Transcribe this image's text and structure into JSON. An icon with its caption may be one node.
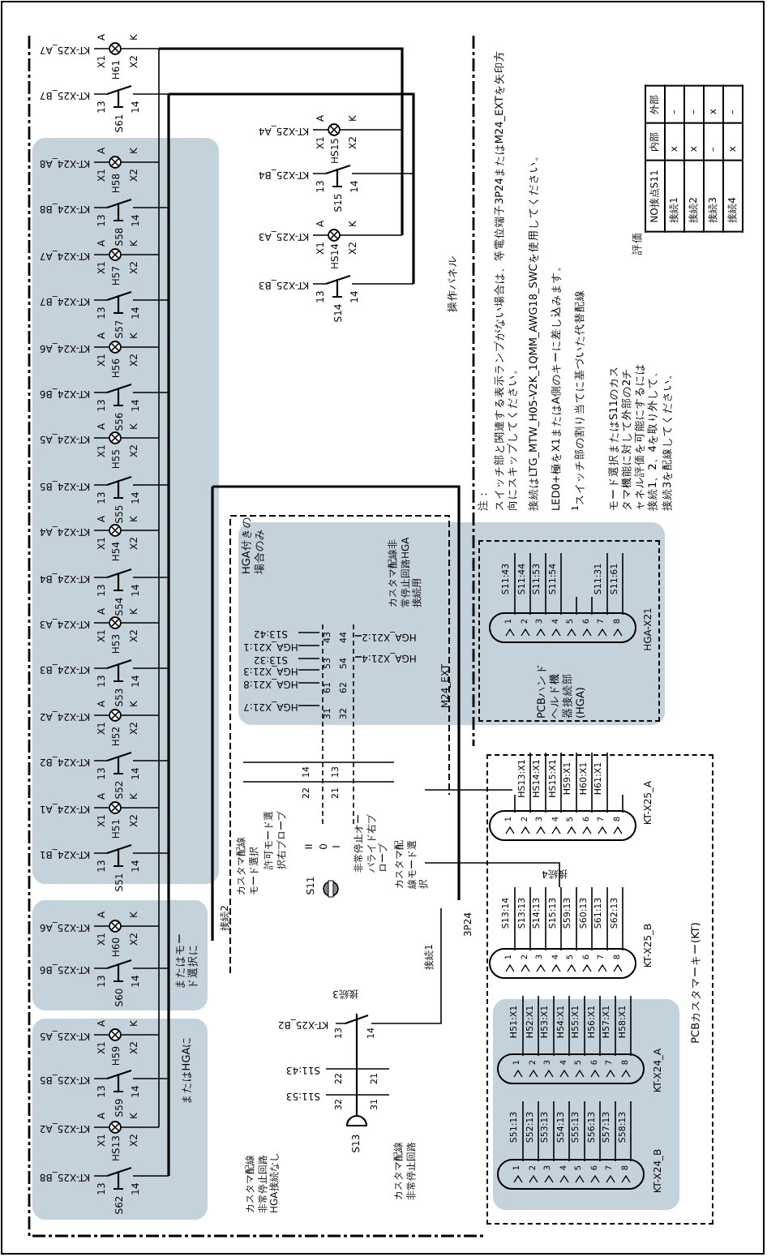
{
  "diagram": {
    "nodes": [
      {
        "text": [],
        "shape": "box"
      },
      {
        "text": [
          "またはモード選択に"
        ]
      },
      {
        "text": [
          "またはHGAに"
        ]
      },
      {
        "text": [
          "HGA付きの場合のみ"
        ]
      },
      {
        "text": [
          "PCBハンドヘルド機器接続部(HGA)"
        ],
        "in": 3
      },
      {
        "text": [
          "PCBカスタマーキー(KT)"
        ]
      },
      {
        "text": [],
        "shape": "box",
        "in": 5
      }
    ],
    "labels": [
      "KT-X25_A7",
      "X1",
      "A",
      "H61",
      "X2",
      "K",
      "KT-X25_B7",
      "13",
      "S61",
      "14",
      "KT-X24_A8",
      "X1",
      "A",
      "H58",
      "X2",
      "K",
      "KT-X24_B8",
      "13",
      "S58",
      "14",
      "KT-X24_A7",
      "X1",
      "A",
      "H57",
      "X2",
      "K",
      "KT-X24_B7",
      "13",
      "S57",
      "14",
      "KT-X24_A6",
      "X1",
      "A",
      "H56",
      "X2",
      "K",
      "KT-X24_B6",
      "13",
      "S56",
      "14",
      "KT-X24_A5",
      "X1",
      "A",
      "H55",
      "X2",
      "K",
      "KT-X24_B5",
      "13",
      "S55",
      "14",
      "KT-X24_A4",
      "X1",
      "A",
      "H54",
      "X2",
      "K",
      "KT-X24_B4",
      "13",
      "S54",
      "14",
      "KT-X24_A3",
      "X1",
      "A",
      "H53",
      "X2",
      "K",
      "KT-X24_B3",
      "13",
      "S53",
      "14",
      "KT-X24_A2",
      "X1",
      "A",
      "H52",
      "X2",
      "K",
      "KT-X24_B2",
      "13",
      "S52",
      "14",
      "KT-X24_A1",
      "X1",
      "A",
      "H51",
      "X2",
      "K",
      "KT-X24_B1",
      "13",
      "S51",
      "14",
      "KT-X25_A6",
      "X1",
      "A",
      "H60",
      "X2",
      "K",
      "KT-X25_B6",
      "13",
      "S60",
      "14",
      "KT-X25_A5",
      "X1",
      "A",
      "H59",
      "X2",
      "K",
      "KT-X25_B5",
      "13",
      "S59",
      "14",
      "KT-X25_A2",
      "X1",
      "A",
      "HS13",
      "X2",
      "K",
      "KT-X25_B8",
      "13",
      "S62",
      "14",
      "KT-X25_A4",
      "X1",
      "A",
      "HS15",
      "X2",
      "K",
      "KT-X25_B4",
      "13",
      "S15",
      "14",
      "KT-X25_A3",
      "X1",
      "A",
      "HS14",
      "X2",
      "K",
      "KT-X25_B3",
      "13",
      "S14",
      "14",
      "操作パネル",
      "S13:42",
      "HGA_X21:1",
      "S13:32",
      "HGA_X21:3",
      "HGA_X21:8",
      "HGA_X21:7",
      "43",
      "44",
      "53",
      "54",
      "61",
      "62",
      "31",
      "32",
      "HGA_X21:2",
      "HGA_X21:4",
      "カスタマ配線非常停止回路HGA接続用",
      "M24_EXT",
      "14",
      "13",
      "22",
      "21",
      "許可モード選択右ブローブ",
      "II",
      "0",
      "I",
      "非常停止オーバライド右ブローブ",
      "S11",
      "カスタマ配線モード選択",
      "カスタマ配線モード選択",
      "接続2",
      "3P24",
      "接続1",
      "KT-X25_B2",
      "13",
      "14",
      "接続3",
      "S11:43",
      "22",
      "21",
      "S11:53",
      "32",
      "31",
      "S13",
      "カスタマ配線非常停止回路HGA接続なし",
      "カスタマ配線非常停止回路",
      "1",
      "2",
      "3",
      "4",
      "5",
      "6",
      "7",
      "8",
      "S11:43",
      "S11:44",
      "S11:53",
      "S11:54",
      "S11:31",
      "S11:61",
      "HGA-X21",
      "1",
      "2",
      "3",
      "4",
      "5",
      "6",
      "7",
      "8",
      "HS13:X1",
      "HS14:X1",
      "HS15:X1",
      "H59:X1",
      "H60:X1",
      "H61:X1",
      "KT-X25_A",
      "1",
      "2",
      "3",
      "4",
      "5",
      "6",
      "7",
      "8",
      "S13:14",
      "S13:13",
      "S14:13",
      "S15:13",
      "S59:13",
      "S60:13",
      "S61:13",
      "S62:13",
      "KT-X25_B",
      "接続4",
      "1",
      "2",
      "3",
      "4",
      "5",
      "6",
      "7",
      "8",
      "H51:X1",
      "H52:X1",
      "H53:X1",
      "H54:X1",
      "H55:X1",
      "H56:X1",
      "H57:X1",
      "H58:X1",
      "KT-X24_A",
      "1",
      "2",
      "3",
      "4",
      "5",
      "6",
      "7",
      "8",
      "S51:13",
      "S52:13",
      "S53:13",
      "S54:13",
      "S55:13",
      "S56:13",
      "S57:13",
      "S58:13",
      "KT-X24_B",
      "注：",
      "スイッチ部と関連する表示ランプがない場合は、等電位端子3P24またはM24_EXTを矢印方向にスキップしてください。",
      "接続はLTG_MTW_H05-V2K_1QMM_AWG18_SWCを使用してください。",
      "LED0+極をX1またはA側のキーに差し込みます。",
      "$^{1}$スイッチ部の割り当てに基づいた代替配線",
      "モード選択またはS11のカスタマ機能に対して外部の2チャネル評価を可能にするには接続1、2、4を取り外して、接続3を配線してください。",
      "評価",
      "NO接点S11",
      "内部",
      "外部",
      "接続1",
      "x",
      "–",
      "接続2",
      "x",
      "–",
      "接続3",
      "–",
      "x",
      "接続4",
      "x",
      "–"
    ]
  }
}
